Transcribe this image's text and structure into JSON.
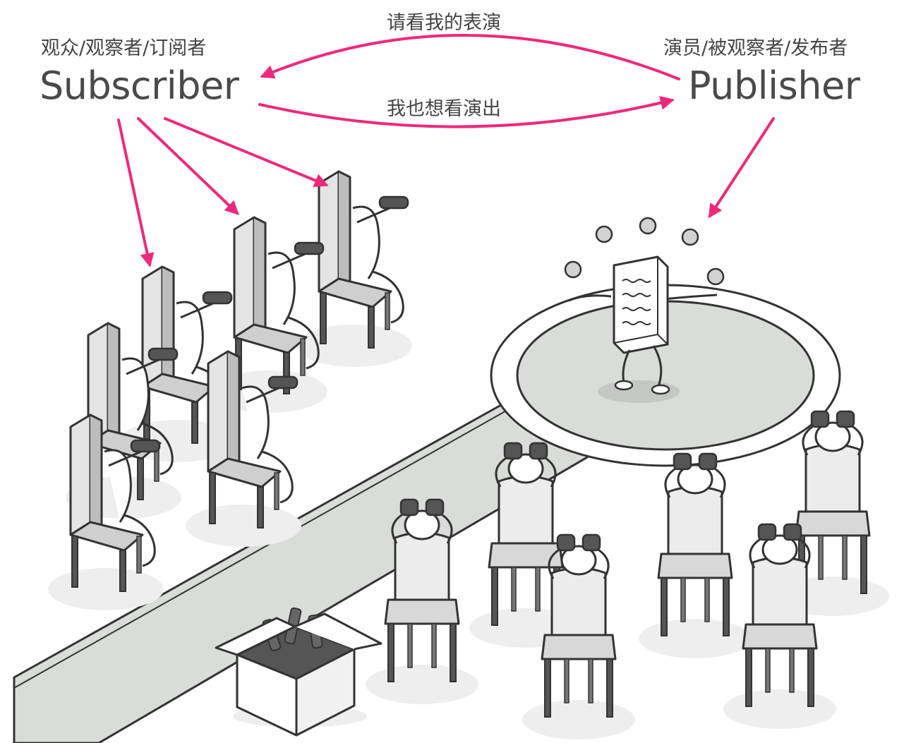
{
  "subscriber": {
    "caption": "观众/观察者/订阅者",
    "title": "Subscriber"
  },
  "publisher": {
    "caption": "演员/被观察者/发布者",
    "title": "Publisher"
  },
  "messages": {
    "top": "请看我的表演",
    "bottom": "我也想看演出"
  },
  "colors": {
    "arrow": "#f0287a",
    "outline": "#333333",
    "stage_fill": "#d9dcd8",
    "chair_fill": "#e8e8e8",
    "shadow": "#eeeeee"
  },
  "icons": {
    "performer": "juggling-document-icon",
    "audience": "binocular-viewer-icon",
    "box": "binoculars-box-icon"
  }
}
